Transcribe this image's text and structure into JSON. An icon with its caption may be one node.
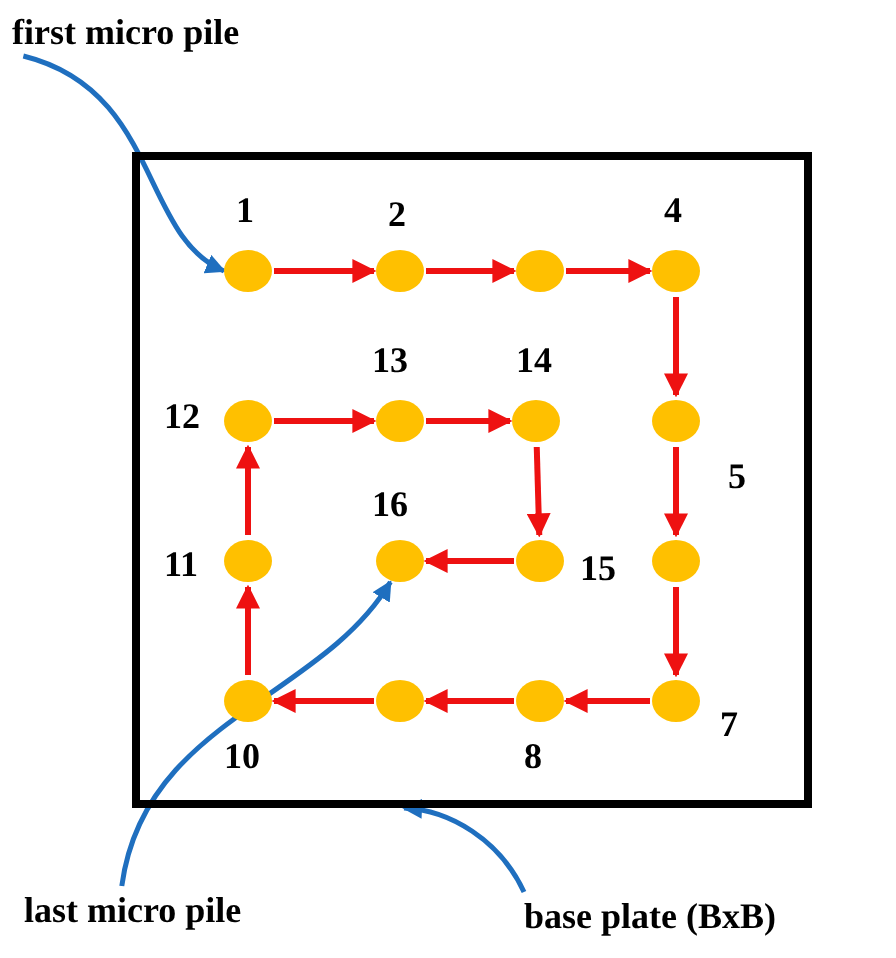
{
  "diagram": {
    "nodes": [
      {
        "text": [
          "first micro pile"
        ]
      },
      {
        "text": [],
        "shape": "box"
      },
      {
        "text": [],
        "shape": "circle",
        "in": 1,
        "beside": [
          "1"
        ]
      },
      {
        "text": [],
        "shape": "circle",
        "in": 1,
        "beside": [
          "2"
        ]
      },
      {
        "text": [],
        "shape": "circle",
        "in": 1
      },
      {
        "text": [],
        "shape": "circle",
        "in": 1,
        "beside": [
          "4"
        ]
      },
      {
        "text": [],
        "shape": "circle",
        "in": 1,
        "beside": [
          "12"
        ]
      },
      {
        "text": [],
        "shape": "circle",
        "in": 1,
        "beside": [
          "13"
        ]
      },
      {
        "text": [],
        "shape": "circle",
        "in": 1,
        "beside": [
          "14"
        ]
      },
      {
        "text": [],
        "shape": "circle",
        "in": 1,
        "beside": [
          "5"
        ]
      },
      {
        "text": [],
        "shape": "circle",
        "in": 1,
        "beside": [
          "11"
        ]
      },
      {
        "text": [],
        "shape": "circle",
        "in": 1,
        "beside": [
          "16"
        ]
      },
      {
        "text": [],
        "shape": "circle",
        "in": 1,
        "beside": [
          "15"
        ]
      },
      {
        "text": [],
        "shape": "circle",
        "in": 1
      },
      {
        "text": [],
        "shape": "circle",
        "in": 1,
        "beside": [
          "10"
        ]
      },
      {
        "text": [],
        "shape": "circle",
        "in": 1
      },
      {
        "text": [],
        "shape": "circle",
        "in": 1,
        "beside": [
          "8"
        ]
      },
      {
        "text": [],
        "shape": "circle",
        "in": 1,
        "beside": [
          "7"
        ]
      },
      {
        "text": [
          "last  micro pile"
        ]
      },
      {
        "text": [
          "base plate (BxB)"
        ]
      }
    ],
    "edges": [
      {
        "from": 2,
        "to": 3,
        "arrow": "to"
      },
      {
        "from": 3,
        "to": 4,
        "arrow": "to"
      },
      {
        "from": 4,
        "to": 5,
        "arrow": "to"
      },
      {
        "from": 5,
        "to": 9,
        "arrow": "to"
      },
      {
        "from": 9,
        "to": 13,
        "arrow": "to"
      },
      {
        "from": 13,
        "to": 17,
        "arrow": "to"
      },
      {
        "from": 17,
        "to": 16,
        "arrow": "to"
      },
      {
        "from": 16,
        "to": 15,
        "arrow": "to"
      },
      {
        "from": 15,
        "to": 14,
        "arrow": "to"
      },
      {
        "from": 14,
        "to": 10,
        "arrow": "to"
      },
      {
        "from": 10,
        "to": 6,
        "arrow": "to"
      },
      {
        "from": 6,
        "to": 7,
        "arrow": "to"
      },
      {
        "from": 7,
        "to": 8,
        "arrow": "to"
      },
      {
        "from": 8,
        "to": 12,
        "arrow": "to"
      },
      {
        "from": 12,
        "to": 11,
        "arrow": "to"
      },
      {
        "from": 0,
        "to": 2,
        "arrow": "to",
        "color": "#1f6fbf"
      },
      {
        "from": 18,
        "to": 11,
        "arrow": "to",
        "color": "#1f6fbf"
      },
      {
        "from": 19,
        "to": 1,
        "arrow": "to",
        "color": "#1f6fbf"
      }
    ]
  }
}
